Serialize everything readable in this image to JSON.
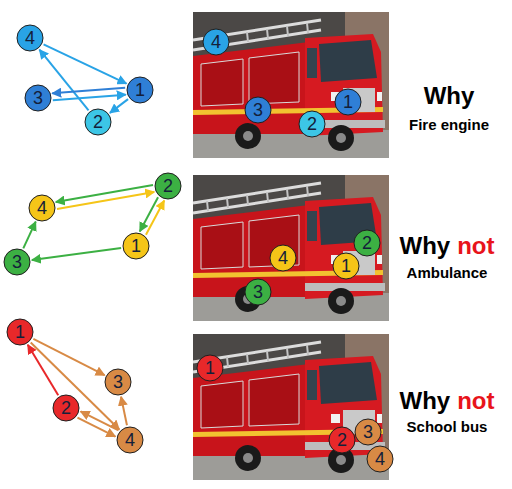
{
  "diagram": {
    "nodes": [
      {
        "text": [
          "4"
        ]
      },
      {
        "text": [
          "1"
        ]
      },
      {
        "text": [
          "3"
        ]
      },
      {
        "text": [
          "2"
        ]
      },
      {
        "text": [
          "4"
        ]
      },
      {
        "text": [
          "1"
        ]
      },
      {
        "text": [
          "3"
        ]
      },
      {
        "text": [
          "2"
        ]
      },
      {
        "text": [
          "2"
        ]
      },
      {
        "text": [
          "4"
        ]
      },
      {
        "text": [
          "1"
        ]
      },
      {
        "text": [
          "3"
        ]
      },
      {
        "text": [
          "2"
        ]
      },
      {
        "text": [
          "4"
        ]
      },
      {
        "text": [
          "1"
        ]
      },
      {
        "text": [
          "3"
        ]
      },
      {
        "text": [
          "1"
        ]
      },
      {
        "text": [
          "3"
        ]
      },
      {
        "text": [
          "2"
        ]
      },
      {
        "text": [
          "4"
        ]
      },
      {
        "text": [
          "1"
        ]
      },
      {
        "text": [
          "3"
        ]
      },
      {
        "text": [
          "2"
        ]
      },
      {
        "text": [
          "4"
        ]
      }
    ],
    "edges": [
      {
        "from": 0,
        "to": 1,
        "arrow": "to"
      },
      {
        "from": 3,
        "to": 0,
        "arrow": "to"
      },
      {
        "from": 2,
        "to": 1,
        "arrow": "to"
      },
      {
        "from": 1,
        "to": 2,
        "arrow": "to"
      },
      {
        "from": 1,
        "to": 3,
        "arrow": "to"
      },
      {
        "from": 9,
        "to": 8,
        "arrow": "to"
      },
      {
        "from": 8,
        "to": 9,
        "arrow": "to"
      },
      {
        "from": 10,
        "to": 8,
        "arrow": "to"
      },
      {
        "from": 8,
        "to": 10,
        "arrow": "to"
      },
      {
        "from": 11,
        "to": 9,
        "arrow": "to"
      },
      {
        "from": 10,
        "to": 11,
        "arrow": "to"
      },
      {
        "from": 18,
        "to": 16,
        "arrow": "to"
      },
      {
        "from": 16,
        "to": 17,
        "arrow": "to"
      },
      {
        "from": 16,
        "to": 19,
        "arrow": "to"
      },
      {
        "from": 18,
        "to": 19,
        "arrow": "to"
      },
      {
        "from": 19,
        "to": 18,
        "arrow": "to"
      },
      {
        "from": 19,
        "to": 17,
        "arrow": "to"
      }
    ],
    "labels": [
      "Why",
      "Fire engine",
      "Why",
      "not",
      "Ambulance",
      "Why",
      "not",
      "School bus"
    ]
  }
}
